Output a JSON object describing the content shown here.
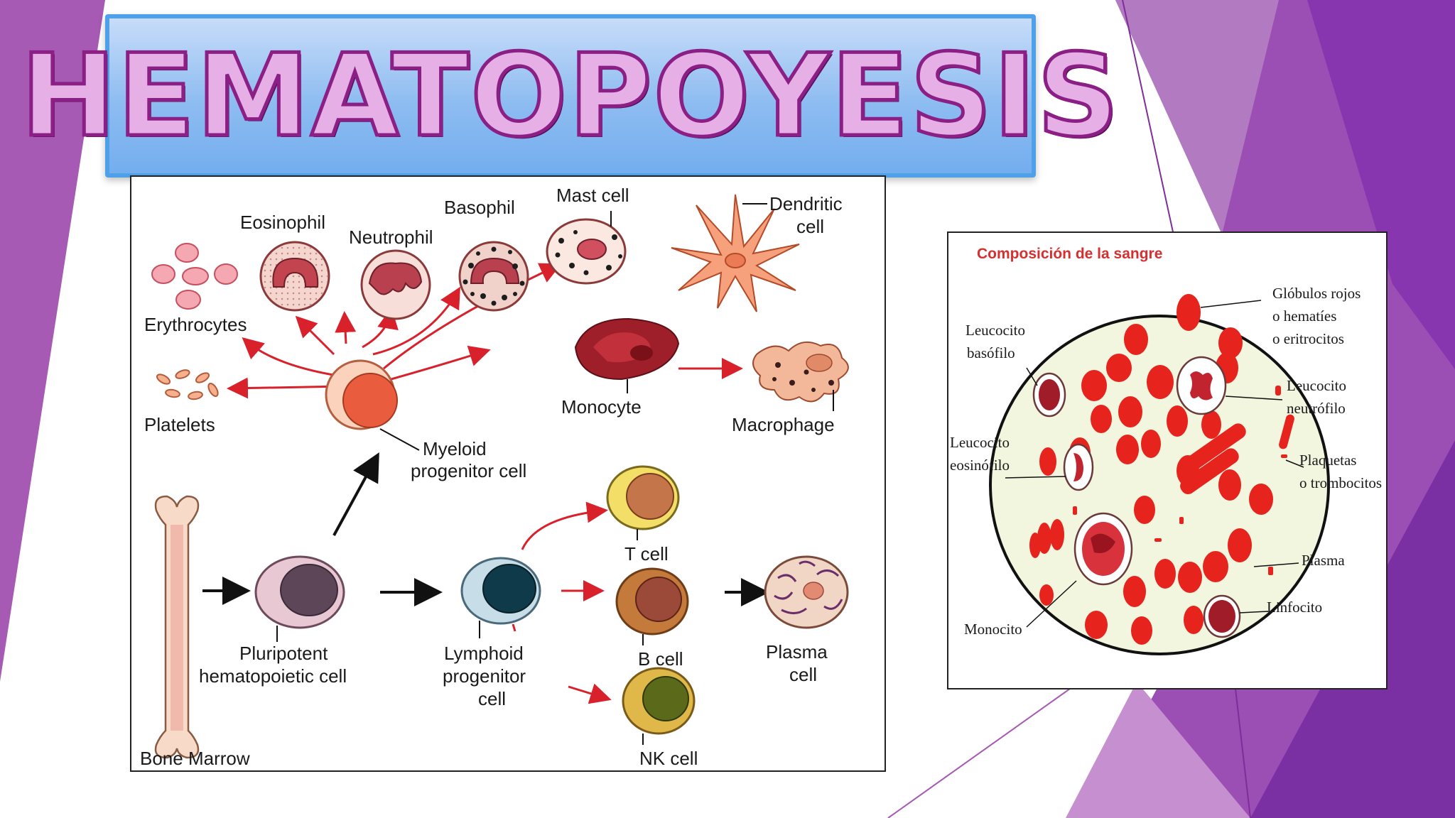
{
  "slide": {
    "title": "HEMATOPOYESIS",
    "colors": {
      "purple": "#9b4fb5",
      "title_fill": "#e6b0e6",
      "title_stroke": "#8b1f86",
      "box_blue": "#4ea0e8",
      "arrow_red": "#d9212c"
    }
  },
  "hematopoiesis": {
    "labels": {
      "erythrocytes": "Erythrocytes",
      "eosinophil": "Eosinophil",
      "neutrophil": "Neutrophil",
      "basophil": "Basophil",
      "mast_cell": "Mast cell",
      "dendritic_1": "Dendritic",
      "dendritic_2": "cell",
      "platelets": "Platelets",
      "monocyte": "Monocyte",
      "macrophage": "Macrophage",
      "myeloid_1": "Myeloid",
      "myeloid_2": "progenitor cell",
      "t_cell": "T cell",
      "b_cell": "B cell",
      "plasma_1": "Plasma",
      "plasma_2": "cell",
      "pluripotent_1": "Pluripotent",
      "pluripotent_2": "hematopoietic cell",
      "lymphoid_1": "Lymphoid",
      "lymphoid_2": "progenitor",
      "lymphoid_3": "cell",
      "nk_cell": "NK cell",
      "bone_marrow": "Bone Marrow"
    }
  },
  "blood": {
    "title": "Composición de la sangre",
    "labels": {
      "globulos_1": "Glóbulos rojos",
      "globulos_2": "o hematíes",
      "globulos_3": "o eritrocitos",
      "basofilo_1": "Leucocito",
      "basofilo_2": "basófilo",
      "neutrofilo_1": "Leucocito",
      "neutrofilo_2": "neutrófilo",
      "eosinofilo_1": "Leucocito",
      "eosinofilo_2": "eosinófilo",
      "plaquetas_1": "Plaquetas",
      "plaquetas_2": "o trombocitos",
      "plasma": "Plasma",
      "linfocito": "Linfocito",
      "monocito": "Monocito"
    }
  }
}
